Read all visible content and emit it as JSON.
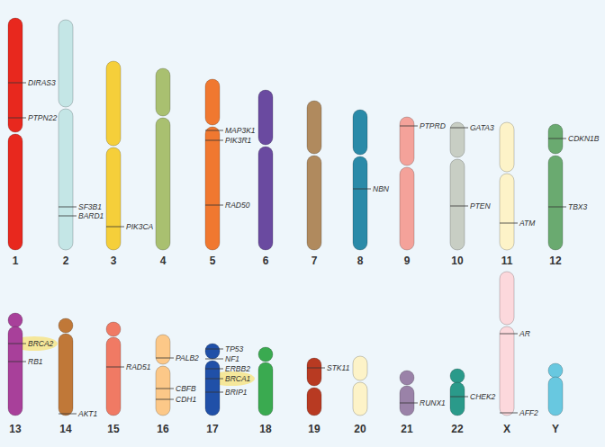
{
  "diagram": {
    "labels": [
      "DIRAS3",
      "PTPN22",
      "1",
      "SF3B1",
      "BARD1",
      "2",
      "PIK3CA",
      "3",
      "4",
      "MAP3K1",
      "PIK3R1",
      "RAD50",
      "5",
      "6",
      "7",
      "NBN",
      "8",
      "PTPRD",
      "9",
      "GATA3",
      "PTEN",
      "10",
      "ATM",
      "11",
      "CDKN1B",
      "TBX3",
      "12",
      "BRCA2",
      "RB1",
      "13",
      "AKT1",
      "14",
      "RAD51",
      "15",
      "PALB2",
      "CBFB",
      "CDH1",
      "16",
      "TP53",
      "NF1",
      "ERBB2",
      "BRCA1",
      "BRIP1",
      "17",
      "18",
      "STK11",
      "19",
      "20",
      "RUNX1",
      "21",
      "CHEK2",
      "22",
      "AR",
      "AFF2",
      "X",
      "Y"
    ]
  }
}
